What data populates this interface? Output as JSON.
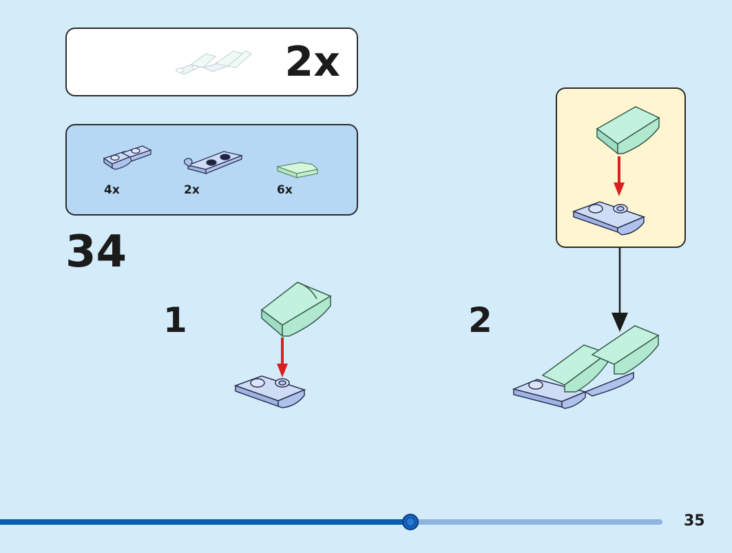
{
  "submodel": {
    "count_label": "2x"
  },
  "parts_list": [
    {
      "name": "curved-inverted-plate",
      "qty": "4x",
      "color": "#b9cdf2"
    },
    {
      "name": "clip-plate",
      "qty": "2x",
      "color": "#b9cdf2"
    },
    {
      "name": "curved-slope-trans-green",
      "qty": "6x",
      "color": "#bff0c8"
    }
  ],
  "step": {
    "number": "34",
    "sub_steps": [
      "1",
      "2"
    ]
  },
  "page": {
    "number": "35",
    "progress": 0.62
  },
  "colors": {
    "background": "#d4ebf9",
    "progress_fill": "#0a5eb0",
    "progress_track": "#8fb4e0",
    "arrow_red": "#d82020",
    "brick_blue": "#b9cdf2",
    "brick_trans_green": "#bff0dc"
  }
}
